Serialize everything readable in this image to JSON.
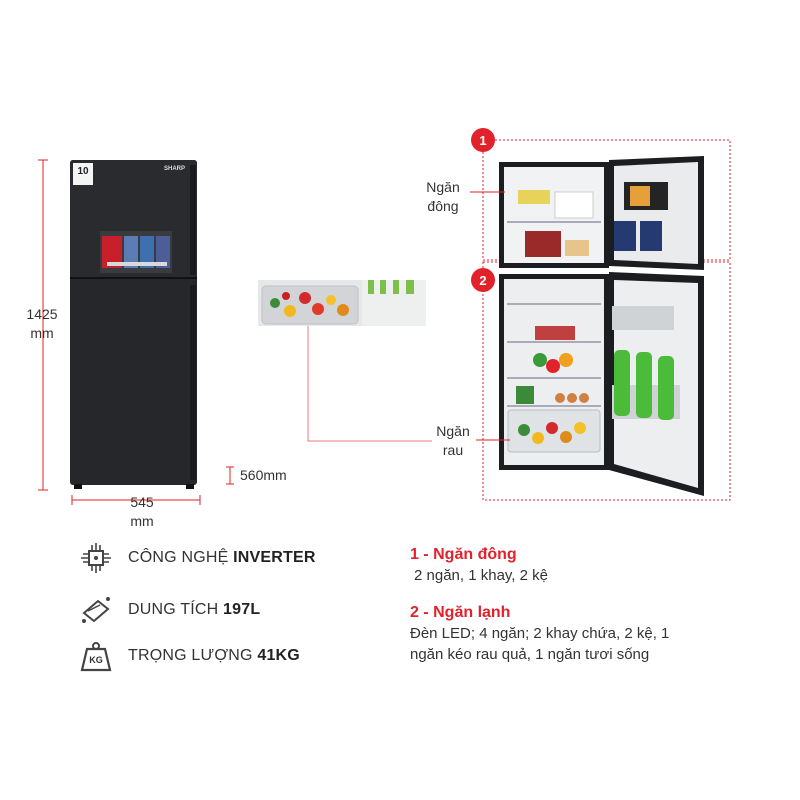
{
  "dimensions": {
    "height_value": "1425",
    "height_unit": "mm",
    "width_value": "545",
    "width_unit": "mm",
    "depth_label": "560mm"
  },
  "fridge_brand": "SHARP",
  "energy_badge": "10",
  "callouts": {
    "freezer": [
      "Ngăn",
      "đông"
    ],
    "crisper": [
      "Ngăn",
      "rau"
    ]
  },
  "badges": [
    "1",
    "2"
  ],
  "specs": [
    {
      "icon": "inverter-chip-icon",
      "label": "CÔNG NGHỆ ",
      "value": "INVERTER"
    },
    {
      "icon": "capacity-icon",
      "label": "DUNG TÍCH ",
      "value": "197L"
    },
    {
      "icon": "weight-icon",
      "label": "TRỌNG LƯỢNG ",
      "value": "41KG",
      "icon_text": "KG"
    }
  ],
  "sections": [
    {
      "title": "1 - Ngăn đông",
      "desc": "2 ngăn, 1 khay, 2 kệ"
    },
    {
      "title": "2 - Ngăn lạnh",
      "desc_line1": "Đèn LED; 4 ngăn; 2 khay chứa, 2 kệ, 1",
      "desc_line2": "ngăn kéo rau quả, 1 ngăn tươi sống"
    }
  ],
  "colors": {
    "accent": "#e2222a",
    "fridge_body": "#232427",
    "dimension_line": "#e2222a"
  }
}
